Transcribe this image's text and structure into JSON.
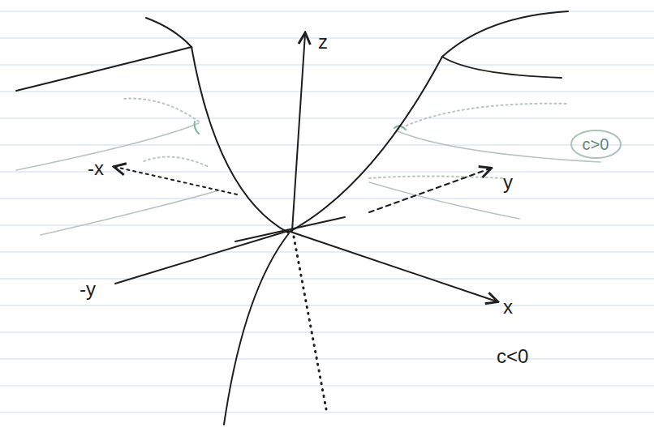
{
  "diagram": {
    "nodes": [
      {
        "text": [
          "c>0"
        ]
      }
    ],
    "labels": [
      "z",
      "-x",
      "y",
      "-y",
      "x",
      "c<0"
    ]
  }
}
